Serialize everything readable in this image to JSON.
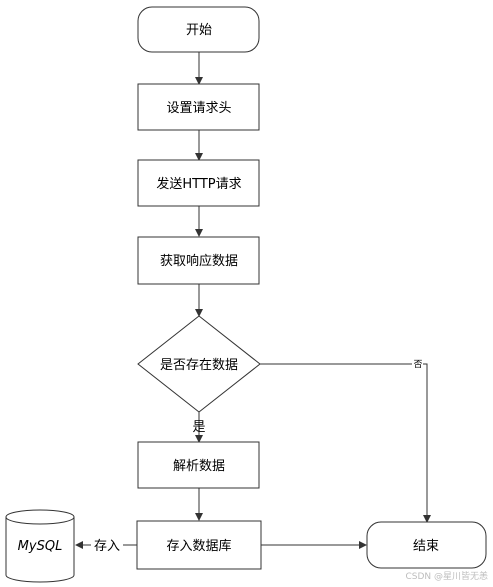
{
  "nodes": {
    "start": "开始",
    "set_headers": "设置请求头",
    "send_request": "发送HTTP请求",
    "get_response": "获取响应数据",
    "has_data": "是否存在数据",
    "parse_data": "解析数据",
    "save_db": "存入数据库",
    "end": "结束",
    "mysql": "MySQL"
  },
  "edges": {
    "yes": "是",
    "no": "否",
    "save_in": "存入"
  },
  "watermark": "CSDN @星川皆无恙"
}
